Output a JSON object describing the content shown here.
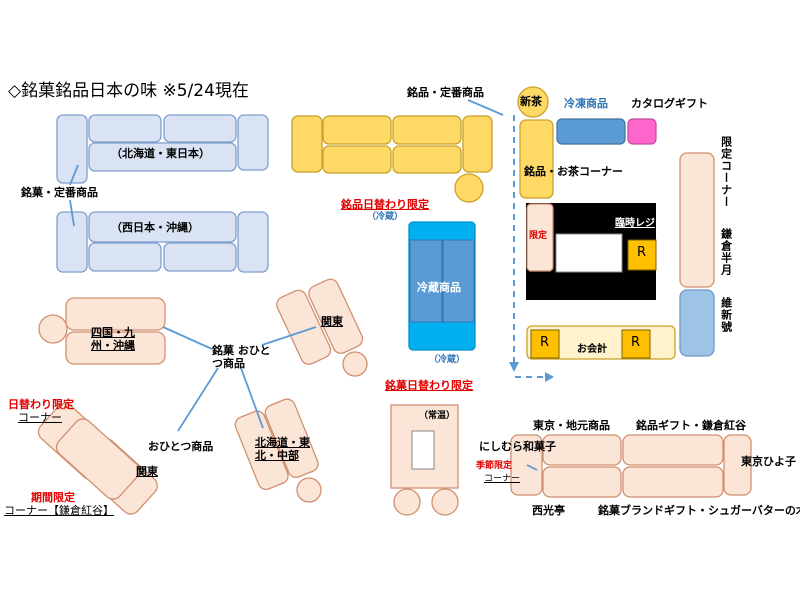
{
  "title": "◇銘菓銘品日本の味 ※5/24現在",
  "labels": {
    "meika_teiban": "銘菓・定番商品",
    "hokkaido_higashi": "（北海道・東日本）",
    "nishi_okinawa": "（西日本・沖縄）",
    "meihin_teiban": "銘品・定番商品",
    "shincha": "新茶",
    "reitou": "冷凍商品",
    "catalog": "カタログギフト",
    "meihin_ocha": "銘品・お茶コーナー",
    "gentei_side": "限定",
    "rinji_reji": "臨時レジ",
    "r1": "R",
    "r2": "R",
    "r3": "R",
    "okaikei": "お会計",
    "meihin_higawari": "銘品日替わり限定",
    "reizou_top": "（冷蔵）",
    "reizou_shohin": "冷蔵商品",
    "reizou_bottom": "（冷蔵）",
    "meika_higawari": "銘菓日替わり限定",
    "jouon": "（常温）",
    "gentei_corner": "限定コーナー",
    "kamakura": "鎌倉半月",
    "ishin": "維新號",
    "shikoku": "四国・九州・沖縄",
    "kanto1": "関東",
    "meika_ohitotsu": "銘菓 おひとつ商品",
    "higawari_gentei": "日替わり限定",
    "corner1": "コーナー",
    "ohitotsu": "おひとつ商品",
    "kanto2": "関東",
    "hokkaido_chubu": "北海道・東北・中部",
    "kikan_gentei": "期間限定",
    "corner_kamakura": "コーナー【鎌倉紅谷】",
    "tokyo_jimoto": "東京・地元商品",
    "meihin_gift": "銘品ギフト・鎌倉紅谷",
    "nishimura": "にしむら和菓子",
    "kisetsu_gentei": "季節限定",
    "corner2": "コーナー",
    "tokyo_hiyoko": "東京ひよ子",
    "seikoutei": "西光亭",
    "brand_gift": "銘菓ブランドギフト・シュガーバターの木"
  },
  "colors": {
    "blue_fill": "#dae3f3",
    "blue_stroke": "#7f9fcf",
    "yellow_fill": "#ffd966",
    "yellow_stroke": "#c9a227",
    "peach_fill": "#fbe5d6",
    "peach_stroke": "#d09070",
    "cyan": "#00b0f0",
    "steel": "#5b9bd5",
    "pink": "#ff66cc",
    "orange": "#ffc000",
    "cream": "#fff2cc",
    "light_blue": "#9dc3e6",
    "accent_red": "#e00000",
    "accent_blue": "#2e75b6"
  }
}
